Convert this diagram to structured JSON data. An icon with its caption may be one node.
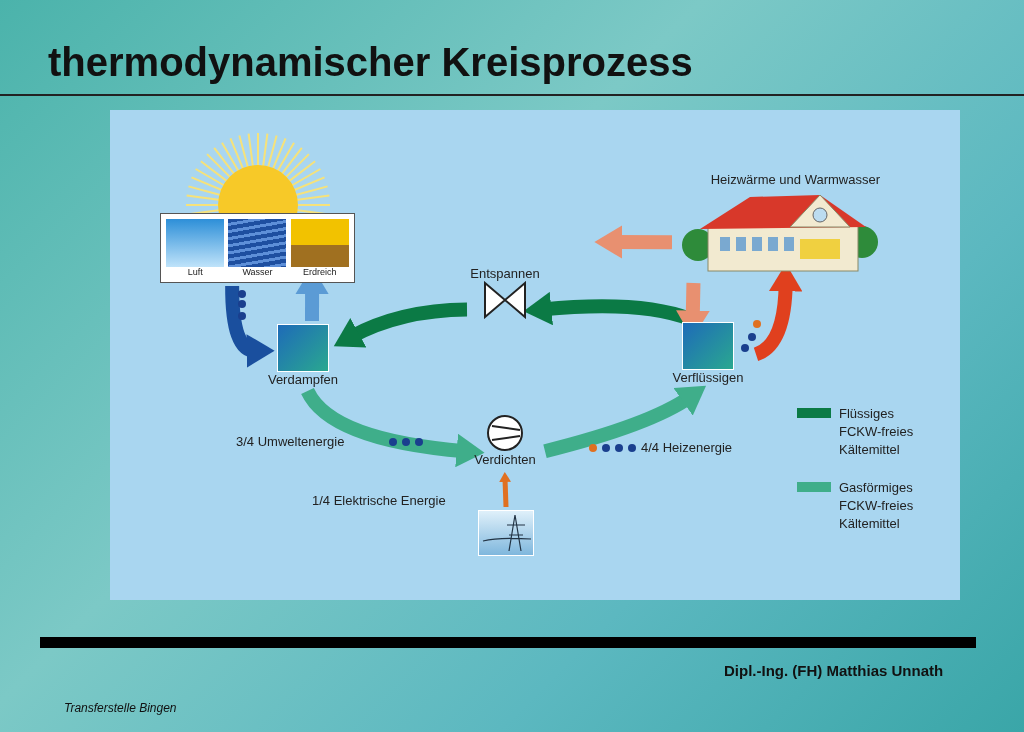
{
  "diagram": {
    "title": "thermodynamischer Kreisprozess",
    "nodes": [
      {
        "text": [
          "Luft",
          "Wasser",
          "Erdreich"
        ]
      },
      {
        "text": [
          "Verdampfen"
        ]
      },
      {
        "text": [
          "Entspannen"
        ]
      },
      {
        "text": [
          "Verdichten"
        ]
      },
      {
        "text": [
          "Verflüssigen"
        ]
      },
      {
        "text": [
          "Heizwärme und Warmwasser"
        ]
      },
      {
        "text": [],
        "shape": "picture"
      }
    ],
    "edges": [
      {
        "from": 0,
        "to": 1,
        "arrow": "to",
        "color": "#1a4f9e"
      },
      {
        "from": 1,
        "to": 0,
        "arrow": "to",
        "color": "#5b9bd5"
      },
      {
        "from": 1,
        "to": 3,
        "arrow": "to",
        "color": "#3fae8a"
      },
      {
        "from": 3,
        "to": 4,
        "arrow": "to",
        "color": "#3fae8a"
      },
      {
        "from": 4,
        "to": 2,
        "arrow": "to"
      },
      {
        "from": 2,
        "to": 1,
        "arrow": "to"
      },
      {
        "from": 5,
        "to": 4,
        "arrow": "to",
        "color": "#e89070"
      },
      {
        "from": 4,
        "to": 5,
        "arrow": "to",
        "color": "#e0401e"
      },
      {
        "from": 6,
        "to": 3,
        "arrow": "to",
        "label": "1/4 Elektrische Energie",
        "color": "#e07020"
      },
      {
        "from": 5,
        "to": null,
        "arrow": "to",
        "color": "#e89070"
      }
    ],
    "labels": [
      "3/4 Umweltenergie",
      "4/4 Heizenergie",
      "Dipl.-Ing. (FH) Matthias Unnath",
      "Transferstelle Bingen"
    ],
    "legend": [
      {
        "text": "Flüssiges FCKW-freies Kältemittel",
        "color": "#0b7a45"
      },
      {
        "text": "Gasförmiges FCKW-freies Kältemittel",
        "color": "#3fae8a"
      }
    ]
  }
}
